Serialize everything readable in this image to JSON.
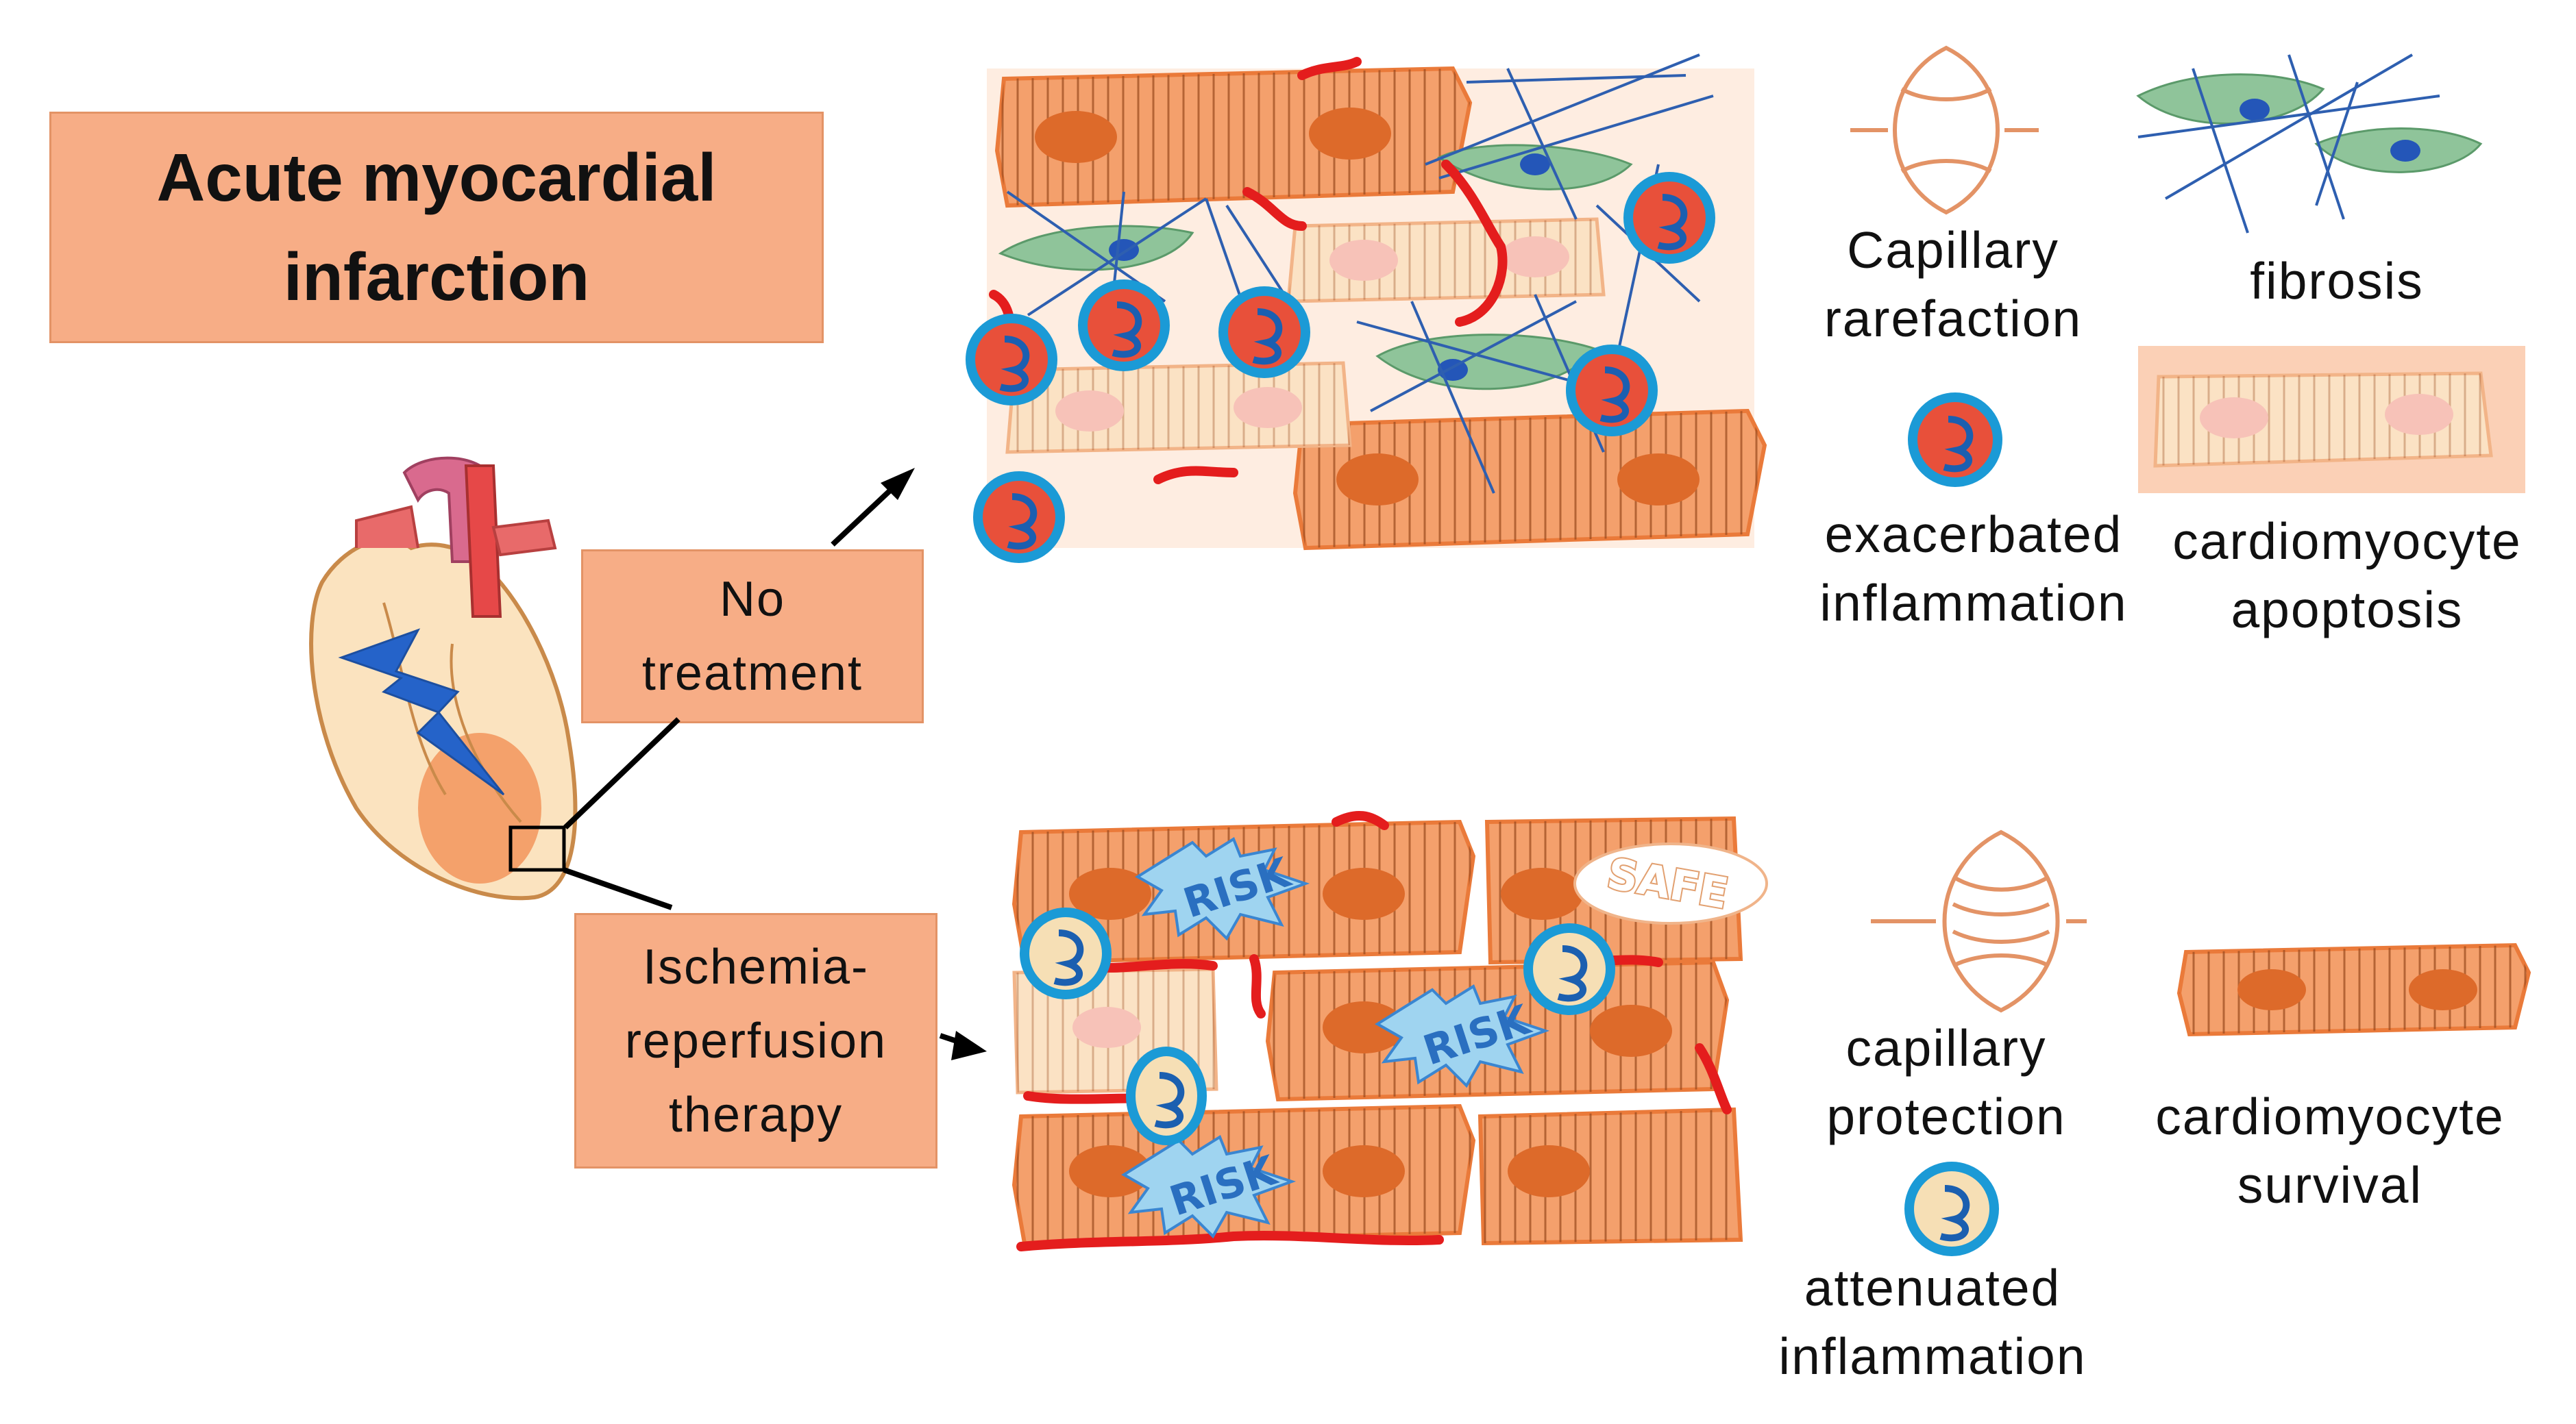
{
  "title": {
    "line1": "Acute myocardial",
    "line2": "infarction"
  },
  "branches": {
    "no_treatment": {
      "line1": "No",
      "line2": "treatment"
    },
    "ischemia_reperfusion": {
      "line1": "Ischemia-",
      "line2": "reperfusion",
      "line3": "therapy"
    }
  },
  "legend_top": {
    "capillary_rarefaction": {
      "line1": "Capillary",
      "line2": "rarefaction"
    },
    "fibrosis": {
      "line1": "fibrosis"
    },
    "exacerbated_inflammation": {
      "line1": "exacerbated",
      "line2": "inflammation"
    },
    "cardiomyocyte_apoptosis": {
      "line1": "cardiomyocyte",
      "line2": "apoptosis"
    }
  },
  "legend_bottom": {
    "capillary_protection": {
      "line1": "capillary",
      "line2": "protection"
    },
    "cardiomyocyte_survival": {
      "line1": "cardiomyocyte",
      "line2": "survival"
    },
    "attenuated_inflammation": {
      "line1": "attenuated",
      "line2": "inflammation"
    }
  },
  "stamps": {
    "risk": "RISK",
    "safe": "SAFE"
  },
  "colors": {
    "box_fill": "#f7ad86",
    "cardiomyocyte": "#f4a06c",
    "nucleus": "#dd6a2a",
    "apoptotic_cell": "#fbe2c4",
    "fibroblast": "#8fc49a",
    "fiber": "#2e5fb0",
    "capillary": "#e41d1d",
    "macrophage_ring": "#1b9ad6",
    "macrophage_inflamed": "#e8503a",
    "macrophage_attenuated": "#f6dfb5"
  }
}
